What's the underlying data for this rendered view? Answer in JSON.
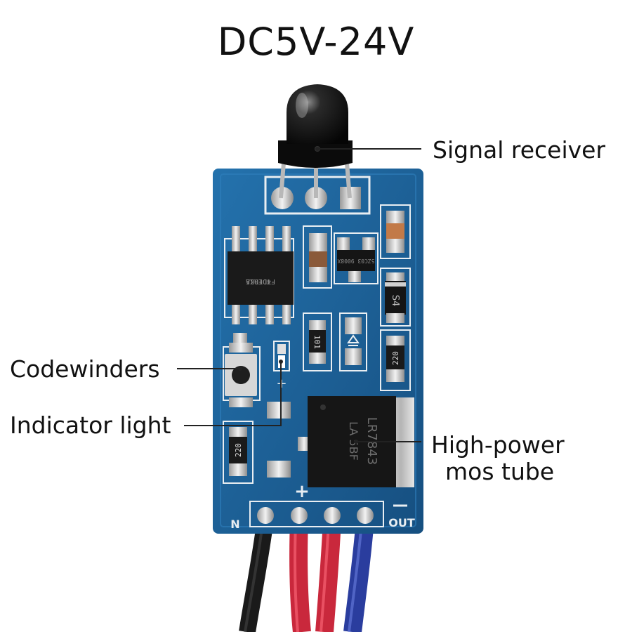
{
  "title": "DC5V-24V",
  "callouts": {
    "signal_receiver": "Signal receiver",
    "codewinders": "Codewinders",
    "indicator_light": "Indicator light",
    "mos_line1": "High-power",
    "mos_line2": "mos tube"
  },
  "pcb_markings": {
    "chip_text_1": "FTDE01A",
    "chip_text_2": "F4DTRKE",
    "mos_text_1": "LR7843",
    "mos_text_2": "LA 5BF",
    "diode_text": "S4",
    "resistor_101": "101",
    "resistor_220a": "220",
    "resistor_220b": "220",
    "transistor_text": "5ZC03 9008X",
    "plus_mark": "+",
    "minus_mark": "—",
    "in_label": "N",
    "out_label": "OUT"
  },
  "colors": {
    "pcb_blue": "#1c5f95",
    "pcb_dark": "#13446e",
    "silk": "#e9eef2",
    "wire_black": "#1a1a1a",
    "wire_red": "#c9283c",
    "wire_blue": "#2a3d9e"
  }
}
